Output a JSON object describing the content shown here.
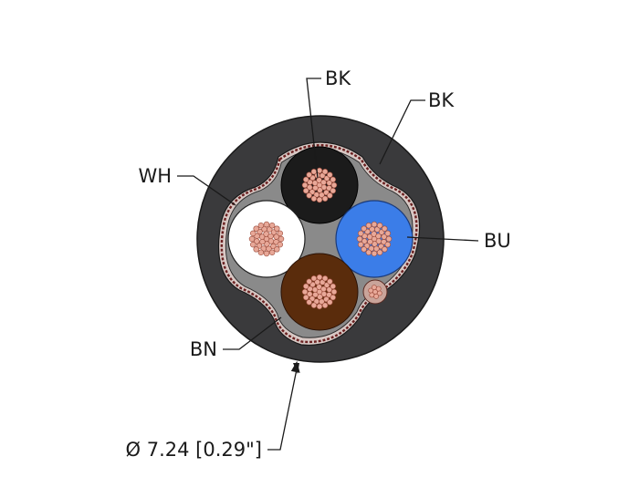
{
  "labels": {
    "core_top": "BK",
    "jacket": "BK",
    "core_left": "WH",
    "core_right": "BU",
    "core_bottom": "BN",
    "diameter": "Ø 7.24 [0.29\"]"
  },
  "colors": {
    "jacket": "#3a3a3c",
    "shield_light": "#d8c8c4",
    "shield_dark": "#6b2020",
    "filler": "#8a8a8a",
    "core_black": "#1b1b1b",
    "core_white": "#ffffff",
    "core_blue": "#3b7de8",
    "core_brown": "#5a2c0c",
    "strand_fill": "#e8a898",
    "strand_edge": "#9a4a3a"
  }
}
